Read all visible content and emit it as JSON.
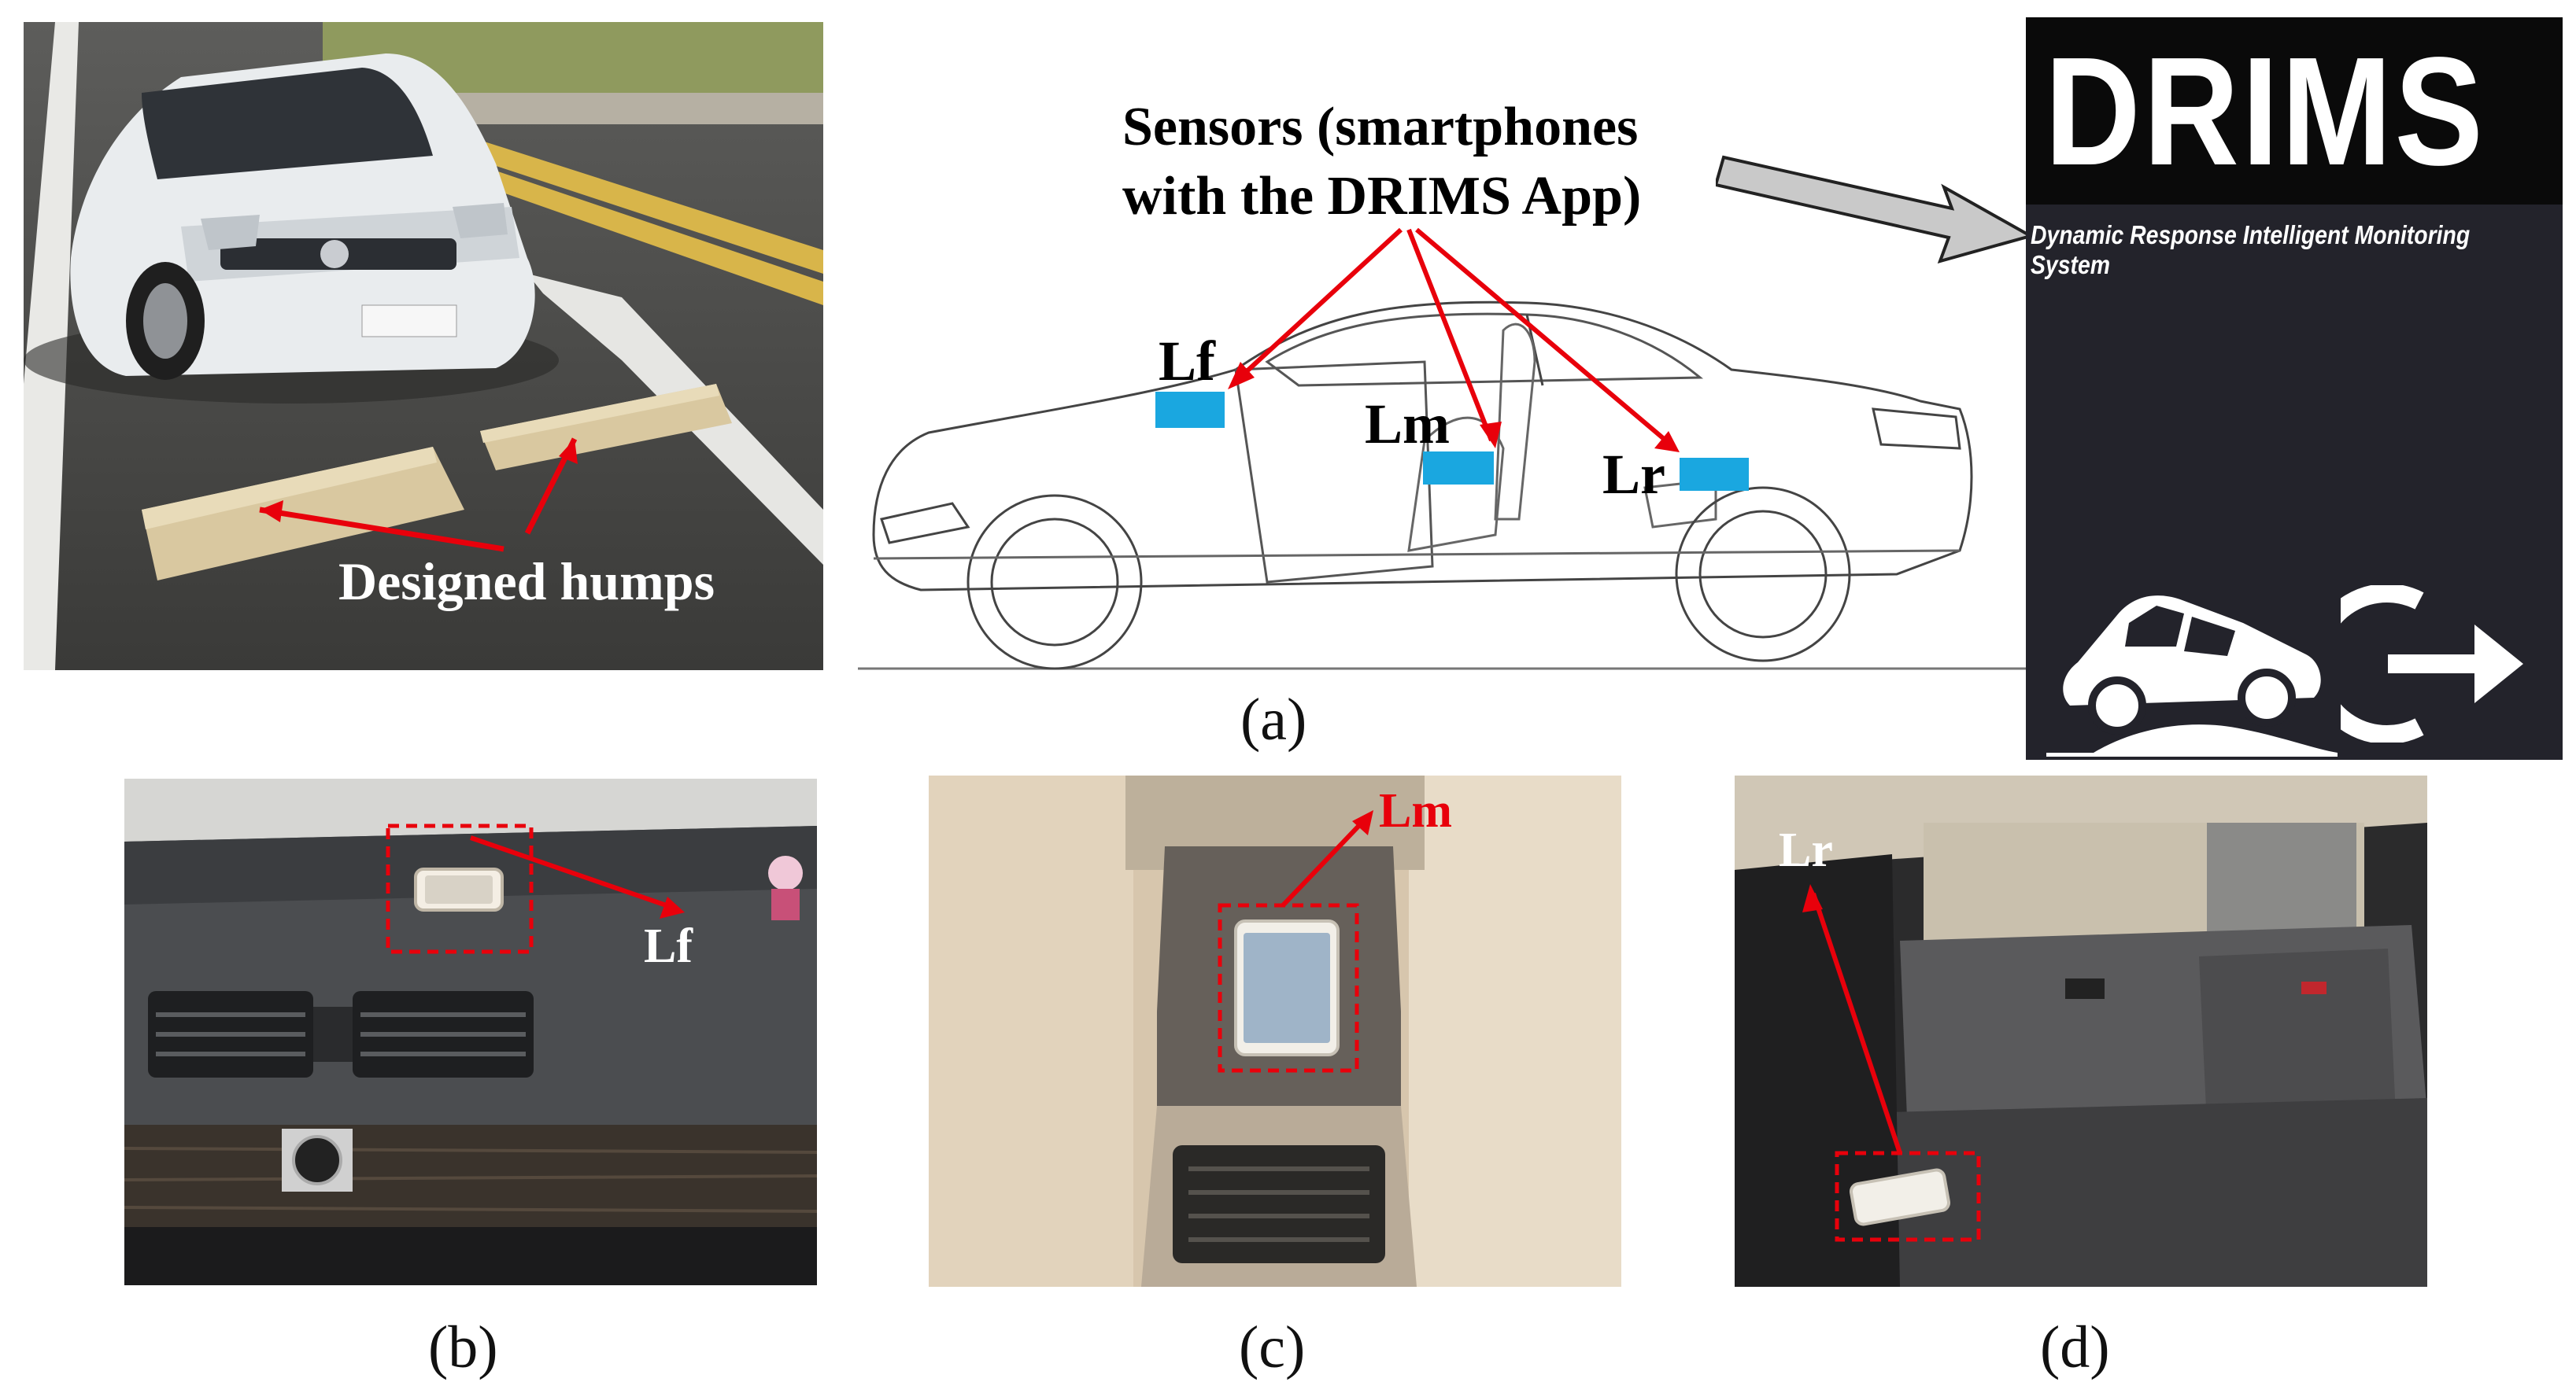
{
  "panel_a": {
    "hump_label": "Designed humps",
    "sensors_label_line1": "Sensors (smartphones",
    "sensors_label_line2": "with the DRIMS App)",
    "sensor_lf": "Lf",
    "sensor_lm": "Lm",
    "sensor_lr": "Lr",
    "caption": "(a)",
    "sensor_color": "#1aa7e0",
    "arrow_color": "#e8000b"
  },
  "drims_app": {
    "title": "DRIMS",
    "subtitle": "Dynamic Response Intelligent Monitoring System",
    "background": "#23232b",
    "icons": [
      "car-over-bump-icon",
      "arrow-right-circle-icon"
    ]
  },
  "panel_b": {
    "label": "Lf",
    "caption": "(b)"
  },
  "panel_c": {
    "label": "Lm",
    "caption": "(c)"
  },
  "panel_d": {
    "label": "Lr",
    "caption": "(d)"
  }
}
